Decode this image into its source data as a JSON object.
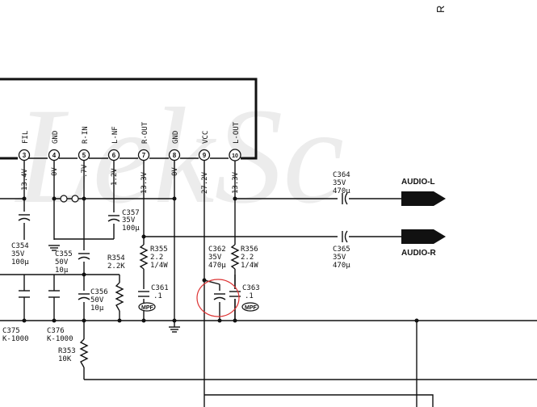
{
  "watermark": "LekSc",
  "corner_text": "R",
  "pins": [
    {
      "num": "3",
      "name": "FIL",
      "voltage": "13.4V"
    },
    {
      "num": "4",
      "name": "GND",
      "voltage": "0V"
    },
    {
      "num": "5",
      "name": "R-IN",
      "voltage": ".7V"
    },
    {
      "num": "6",
      "name": "L-NF",
      "voltage": "1.2V"
    },
    {
      "num": "7",
      "name": "R-OUT",
      "voltage": "13.3V"
    },
    {
      "num": "8",
      "name": "GND",
      "voltage": "0V"
    },
    {
      "num": "9",
      "name": "VCC",
      "voltage": "27.2V"
    },
    {
      "num": "10",
      "name": "L-OUT",
      "voltage": "13.3V"
    }
  ],
  "components": {
    "c354": [
      "C354",
      "35V",
      "100μ"
    ],
    "c355": [
      "C355",
      "50V",
      "10μ"
    ],
    "c357": [
      "C357",
      "35V",
      "100μ"
    ],
    "r354": [
      "R354",
      "2.2K"
    ],
    "r355": [
      "R355",
      "2.2",
      "1/4W"
    ],
    "c356": [
      "C356",
      "50V",
      "10μ"
    ],
    "c361": [
      "C361",
      ".1"
    ],
    "c362": [
      "C362",
      "35V",
      "470μ"
    ],
    "r356": [
      "R356",
      "2.2",
      "1/4W"
    ],
    "c363": [
      "C363",
      ".1"
    ],
    "c364": [
      "C364",
      "35V",
      "470μ"
    ],
    "c365": [
      "C365",
      "35V",
      "470μ"
    ],
    "c375": [
      "C375",
      "K-1000"
    ],
    "c376": [
      "C376",
      "K-1000"
    ],
    "r353": [
      "R353",
      "10K"
    ]
  },
  "badges": {
    "c361": "MPF",
    "c363": "MPF"
  },
  "outputs": {
    "audio_l": "AUDIO-L",
    "audio_r": "AUDIO-R"
  }
}
